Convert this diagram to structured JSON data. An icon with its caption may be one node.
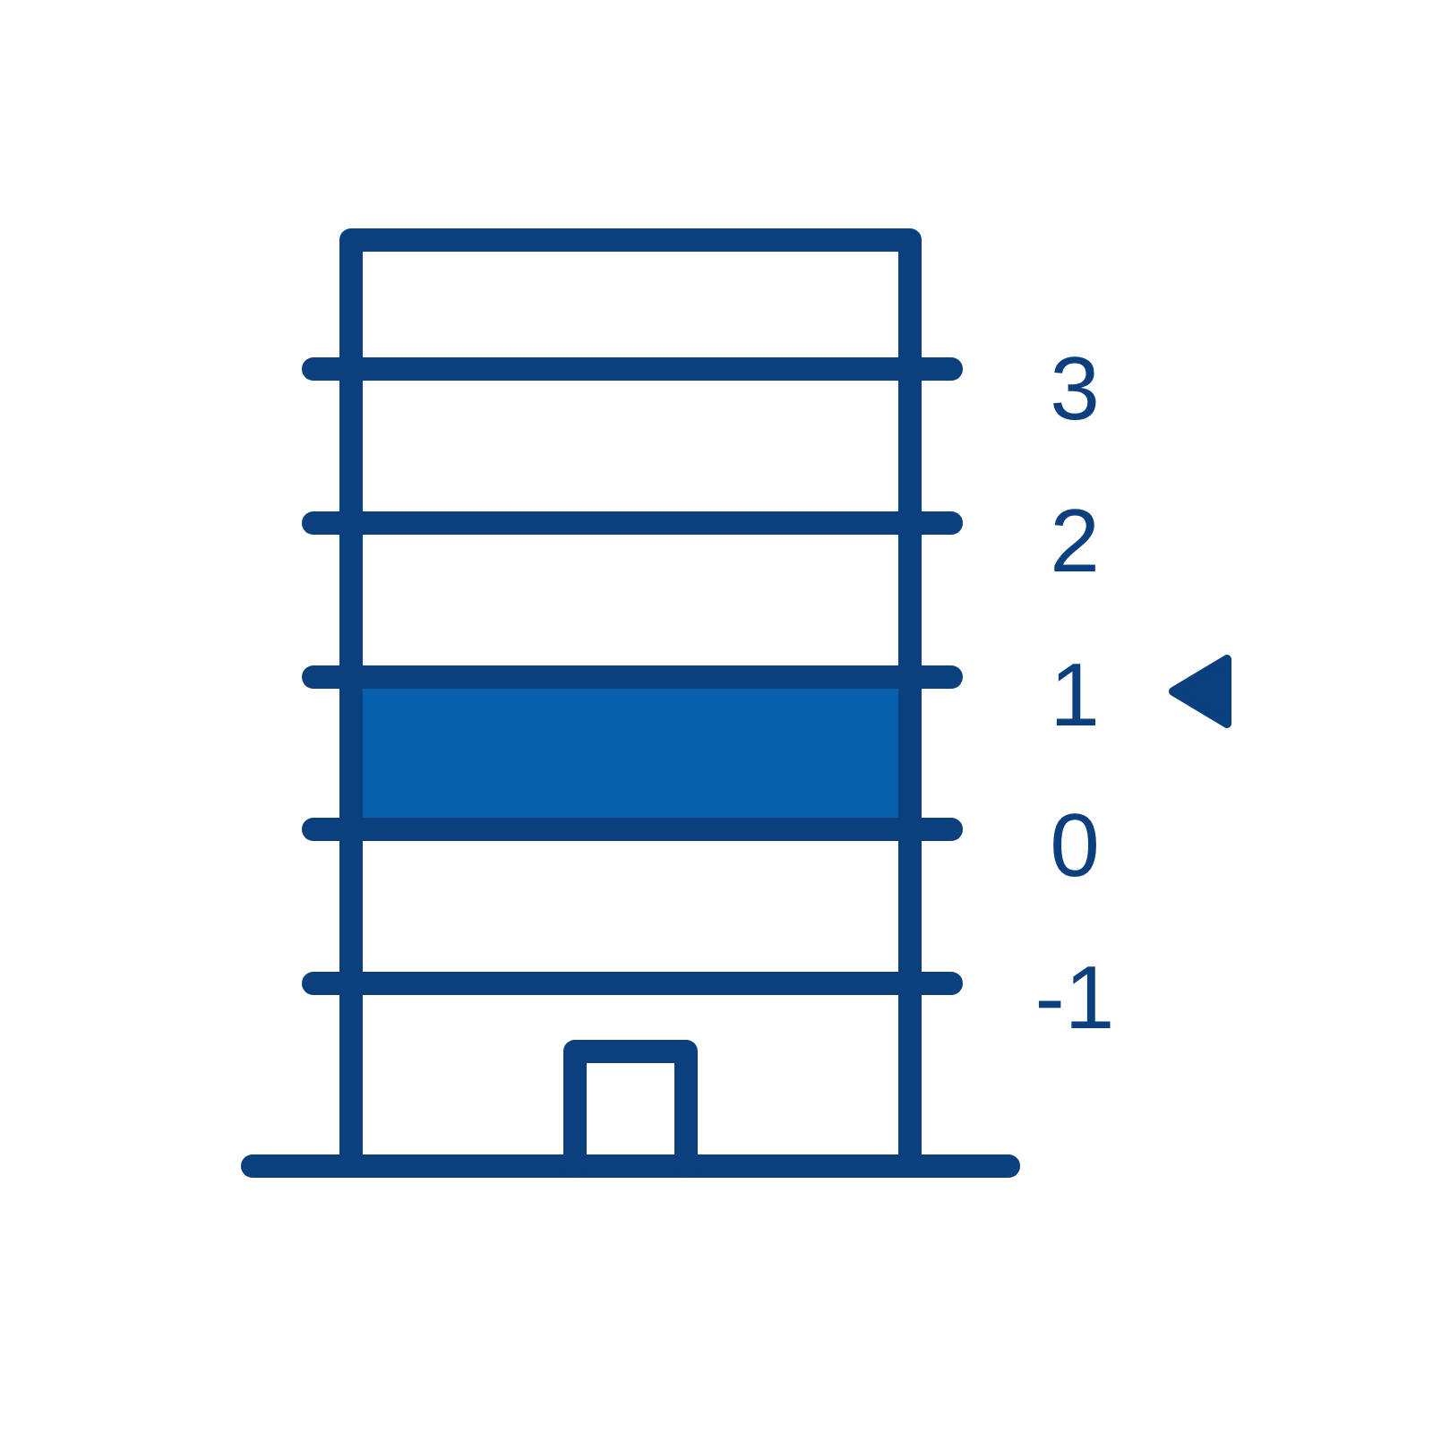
{
  "diagram": {
    "labels": [
      "3",
      "2",
      "1",
      "0",
      "-1"
    ]
  }
}
